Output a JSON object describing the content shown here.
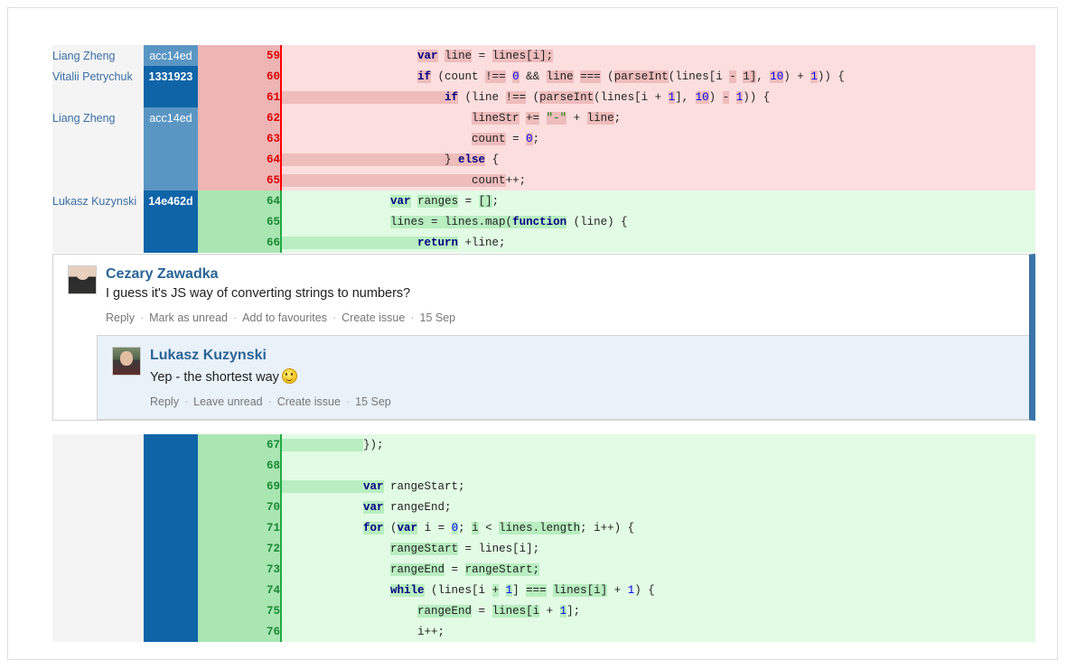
{
  "diff_top": {
    "rows": [
      {
        "author": "Liang Zheng",
        "hash": "acc14ed",
        "hash_style": "blue-light",
        "num": "59",
        "type": "del",
        "tokens": [
          {
            "t": "                    ",
            "c": "pl"
          },
          {
            "t": "var",
            "c": "kw seg-del"
          },
          {
            "t": " ",
            "c": "pl"
          },
          {
            "t": "line",
            "c": "pl seg-del"
          },
          {
            "t": " = ",
            "c": "pl"
          },
          {
            "t": "lines[i];",
            "c": "pl seg-del"
          }
        ]
      },
      {
        "author": "Vitalii Petrychuk",
        "hash": "1331923",
        "hash_style": "blue-dark",
        "num": "60",
        "type": "del",
        "tokens": [
          {
            "t": "                    ",
            "c": "pl"
          },
          {
            "t": "if",
            "c": "kw seg-del"
          },
          {
            "t": " (count ",
            "c": "pl"
          },
          {
            "t": "!==",
            "c": "pl seg-del"
          },
          {
            "t": " ",
            "c": "pl"
          },
          {
            "t": "0",
            "c": "num seg-del"
          },
          {
            "t": " && ",
            "c": "pl"
          },
          {
            "t": "line",
            "c": "pl seg-del"
          },
          {
            "t": " ",
            "c": "pl"
          },
          {
            "t": "===",
            "c": "pl seg-del"
          },
          {
            "t": " (",
            "c": "pl"
          },
          {
            "t": "parseInt",
            "c": "pl seg-del"
          },
          {
            "t": "(lines[i ",
            "c": "pl"
          },
          {
            "t": "-",
            "c": "pl seg-del"
          },
          {
            "t": " ",
            "c": "pl"
          },
          {
            "t": "1]",
            "c": "pl seg-del"
          },
          {
            "t": ", ",
            "c": "pl"
          },
          {
            "t": "10",
            "c": "num seg-del"
          },
          {
            "t": ") + ",
            "c": "pl"
          },
          {
            "t": "1",
            "c": "num seg-del"
          },
          {
            "t": ")) {",
            "c": "pl"
          }
        ]
      },
      {
        "author": "",
        "hash": "",
        "hash_style": "blue-dark",
        "num": "61",
        "type": "del",
        "tokens": [
          {
            "t": "                        ",
            "c": "pl seg-del"
          },
          {
            "t": "if",
            "c": "kw seg-del"
          },
          {
            "t": " (line ",
            "c": "pl"
          },
          {
            "t": "!==",
            "c": "pl seg-del"
          },
          {
            "t": " (",
            "c": "pl"
          },
          {
            "t": "parseInt",
            "c": "pl seg-del"
          },
          {
            "t": "(lines[i + ",
            "c": "pl"
          },
          {
            "t": "1",
            "c": "num seg-del"
          },
          {
            "t": "], ",
            "c": "pl"
          },
          {
            "t": "10",
            "c": "num seg-del"
          },
          {
            "t": ") ",
            "c": "pl"
          },
          {
            "t": "-",
            "c": "pl seg-del"
          },
          {
            "t": " ",
            "c": "pl"
          },
          {
            "t": "1",
            "c": "num seg-del"
          },
          {
            "t": ")) {",
            "c": "pl"
          }
        ]
      },
      {
        "author": "Liang Zheng",
        "hash": "acc14ed",
        "hash_style": "blue-light",
        "num": "62",
        "type": "del",
        "tokens": [
          {
            "t": "                            ",
            "c": "pl"
          },
          {
            "t": "lineStr",
            "c": "pl seg-del"
          },
          {
            "t": " ",
            "c": "pl"
          },
          {
            "t": "+=",
            "c": "pl seg-del"
          },
          {
            "t": " ",
            "c": "pl"
          },
          {
            "t": "\"-\"",
            "c": "str seg-del"
          },
          {
            "t": " + ",
            "c": "pl"
          },
          {
            "t": "line",
            "c": "pl seg-del"
          },
          {
            "t": ";",
            "c": "pl"
          }
        ]
      },
      {
        "author": "",
        "hash": "",
        "hash_style": "blue-light",
        "num": "63",
        "type": "del",
        "tokens": [
          {
            "t": "                            ",
            "c": "pl"
          },
          {
            "t": "count",
            "c": "pl seg-del"
          },
          {
            "t": " = ",
            "c": "pl"
          },
          {
            "t": "0",
            "c": "num seg-del"
          },
          {
            "t": ";",
            "c": "pl"
          }
        ]
      },
      {
        "author": "",
        "hash": "",
        "hash_style": "blue-light",
        "num": "64",
        "type": "del",
        "tokens": [
          {
            "t": "                        ",
            "c": "pl seg-del"
          },
          {
            "t": "} ",
            "c": "pl seg-del"
          },
          {
            "t": "else",
            "c": "kw seg-del"
          },
          {
            "t": " {",
            "c": "pl"
          }
        ]
      },
      {
        "author": "",
        "hash": "",
        "hash_style": "blue-light",
        "num": "65",
        "type": "del",
        "tokens": [
          {
            "t": "                            ",
            "c": "pl seg-del"
          },
          {
            "t": "count",
            "c": "pl seg-del"
          },
          {
            "t": "++;",
            "c": "pl"
          }
        ]
      },
      {
        "author": "Lukasz Kuzynski",
        "hash": "14e462d",
        "hash_style": "blue-dark2",
        "num": "64",
        "type": "add",
        "tokens": [
          {
            "t": "                ",
            "c": "pl"
          },
          {
            "t": "var",
            "c": "kw seg-add"
          },
          {
            "t": " ",
            "c": "pl"
          },
          {
            "t": "ranges",
            "c": "pl seg-add"
          },
          {
            "t": " = ",
            "c": "pl"
          },
          {
            "t": "[]",
            "c": "pl seg-add"
          },
          {
            "t": ";",
            "c": "pl"
          }
        ]
      },
      {
        "author": "",
        "hash": "",
        "hash_style": "blue-dark2",
        "num": "65",
        "type": "add",
        "tokens": [
          {
            "t": "                ",
            "c": "pl"
          },
          {
            "t": "lines = lines.map(",
            "c": "pl seg-add"
          },
          {
            "t": "function",
            "c": "kw seg-add"
          },
          {
            "t": " (line) {",
            "c": "pl"
          }
        ]
      },
      {
        "author": "",
        "hash": "",
        "hash_style": "blue-dark2",
        "num": "66",
        "type": "add",
        "tokens": [
          {
            "t": "                    ",
            "c": "pl seg-add"
          },
          {
            "t": "return",
            "c": "kw seg-add"
          },
          {
            "t": " +line;",
            "c": "pl"
          }
        ]
      }
    ]
  },
  "comments": [
    {
      "author": "Cezary Zawadka",
      "text": "I guess it's JS way of converting strings to numbers?",
      "has_emoji": false,
      "actions": [
        "Reply",
        "Mark as unread",
        "Add to favourites",
        "Create issue"
      ],
      "date": "15 Sep"
    },
    {
      "author": "Lukasz Kuzynski",
      "text": "Yep - the shortest way",
      "has_emoji": true,
      "emoji_name": "smiley-face-emoji",
      "actions": [
        "Reply",
        "Leave unread",
        "Create issue"
      ],
      "date": "15 Sep"
    }
  ],
  "diff_bottom": {
    "rows": [
      {
        "author": "",
        "hash": "",
        "hash_style": "blue-dark2",
        "num": "67",
        "type": "add",
        "tokens": [
          {
            "t": "            ",
            "c": "pl seg-add"
          },
          {
            "t": "});",
            "c": "pl"
          }
        ]
      },
      {
        "author": "",
        "hash": "",
        "hash_style": "blue-dark2",
        "num": "68",
        "type": "add",
        "tokens": [
          {
            "t": "",
            "c": "pl"
          }
        ]
      },
      {
        "author": "",
        "hash": "",
        "hash_style": "blue-dark2",
        "num": "69",
        "type": "add",
        "tokens": [
          {
            "t": "            ",
            "c": "pl seg-add"
          },
          {
            "t": "var",
            "c": "kw seg-add"
          },
          {
            "t": " ",
            "c": "pl"
          },
          {
            "t": "rangeStart;",
            "c": "pl"
          }
        ]
      },
      {
        "author": "",
        "hash": "",
        "hash_style": "blue-dark2",
        "num": "70",
        "type": "add",
        "tokens": [
          {
            "t": "            ",
            "c": "pl"
          },
          {
            "t": "var",
            "c": "kw seg-add"
          },
          {
            "t": " ",
            "c": "pl"
          },
          {
            "t": "rangeEnd;",
            "c": "pl"
          }
        ]
      },
      {
        "author": "",
        "hash": "",
        "hash_style": "blue-dark2",
        "num": "71",
        "type": "add",
        "tokens": [
          {
            "t": "            ",
            "c": "pl"
          },
          {
            "t": "for",
            "c": "kw seg-add"
          },
          {
            "t": " (",
            "c": "pl"
          },
          {
            "t": "var",
            "c": "kw seg-add"
          },
          {
            "t": " i = ",
            "c": "pl"
          },
          {
            "t": "0",
            "c": "num seg-add"
          },
          {
            "t": "; ",
            "c": "pl"
          },
          {
            "t": "i",
            "c": "pl seg-add"
          },
          {
            "t": " < ",
            "c": "pl"
          },
          {
            "t": "lines.length",
            "c": "pl seg-add"
          },
          {
            "t": "; i++) {",
            "c": "pl"
          }
        ]
      },
      {
        "author": "",
        "hash": "",
        "hash_style": "blue-dark2",
        "num": "72",
        "type": "add",
        "tokens": [
          {
            "t": "                ",
            "c": "pl"
          },
          {
            "t": "rangeStart",
            "c": "pl seg-add"
          },
          {
            "t": " = ",
            "c": "pl"
          },
          {
            "t": "lines[i];",
            "c": "pl"
          }
        ]
      },
      {
        "author": "",
        "hash": "",
        "hash_style": "blue-dark2",
        "num": "73",
        "type": "add",
        "tokens": [
          {
            "t": "                ",
            "c": "pl"
          },
          {
            "t": "rangeEnd",
            "c": "pl seg-add"
          },
          {
            "t": " = ",
            "c": "pl"
          },
          {
            "t": "rangeStart;",
            "c": "pl seg-add"
          }
        ]
      },
      {
        "author": "",
        "hash": "",
        "hash_style": "blue-dark2",
        "num": "74",
        "type": "add",
        "tokens": [
          {
            "t": "                ",
            "c": "pl"
          },
          {
            "t": "while",
            "c": "kw seg-add"
          },
          {
            "t": " (lines[i ",
            "c": "pl"
          },
          {
            "t": "+",
            "c": "pl seg-add"
          },
          {
            "t": " ",
            "c": "pl"
          },
          {
            "t": "1",
            "c": "num seg-add"
          },
          {
            "t": "] ",
            "c": "pl"
          },
          {
            "t": "===",
            "c": "pl seg-add"
          },
          {
            "t": " ",
            "c": "pl"
          },
          {
            "t": "lines[i]",
            "c": "pl seg-add"
          },
          {
            "t": " + ",
            "c": "pl"
          },
          {
            "t": "1",
            "c": "num"
          },
          {
            "t": ") {",
            "c": "pl"
          }
        ]
      },
      {
        "author": "",
        "hash": "",
        "hash_style": "blue-dark2",
        "num": "75",
        "type": "add",
        "tokens": [
          {
            "t": "                    ",
            "c": "pl"
          },
          {
            "t": "rangeEnd",
            "c": "pl seg-add"
          },
          {
            "t": " = ",
            "c": "pl"
          },
          {
            "t": "lines[i",
            "c": "pl seg-add"
          },
          {
            "t": " + ",
            "c": "pl"
          },
          {
            "t": "1",
            "c": "num seg-add"
          },
          {
            "t": "];",
            "c": "pl"
          }
        ]
      },
      {
        "author": "",
        "hash": "",
        "hash_style": "blue-dark2",
        "num": "76",
        "type": "add",
        "tokens": [
          {
            "t": "                    ",
            "c": "pl"
          },
          {
            "t": "i++;",
            "c": "pl"
          }
        ]
      }
    ]
  },
  "colors": {
    "delete_bg": "#fcdede",
    "delete_gutter": "#efb4b4",
    "delete_border": "#ff0000",
    "add_bg": "#e2fbe4",
    "add_gutter": "#a9e6b2",
    "add_border": "#22aa44",
    "hash_blue_light": "#5a96c4",
    "hash_blue_dark": "#0f64a8",
    "author_name": "#3a6ea5",
    "comment_accent": "#3a74a8",
    "nested_comment_bg": "#e9f1f9"
  }
}
